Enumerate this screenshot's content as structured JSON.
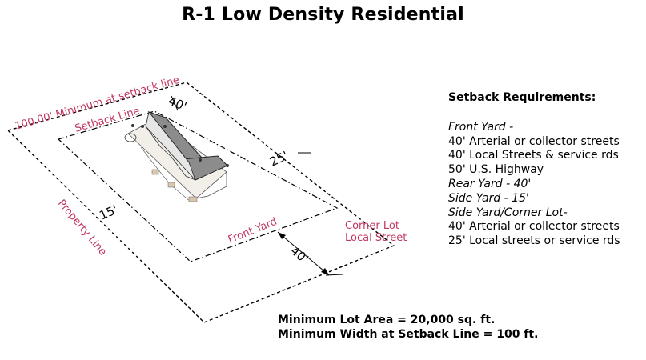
{
  "title": "R-1 Low Density Residential",
  "diagram": {
    "minimum_at_setback_label": "100.00' Minimum at setback line",
    "setback_line_label": "Setback Line",
    "property_line_label": "Property Line",
    "front_yard_label": "Front Yard",
    "corner_lot_line1": "Corner Lot",
    "corner_lot_line2": "Local Street",
    "dim_rear": "40'",
    "dim_side_right": "25'",
    "dim_side_left": "15'",
    "dim_front": "40'"
  },
  "setback_panel": {
    "heading": "Setback Requirements:",
    "lines": [
      {
        "text": "Front Yard -",
        "italic": true
      },
      {
        "text": "40' Arterial or collector streets",
        "italic": false
      },
      {
        "text": "40' Local Streets & service rds",
        "italic": false
      },
      {
        "text": "50' U.S. Highway",
        "italic": false
      },
      {
        "text": "Rear Yard -  40'",
        "italic": true
      },
      {
        "text": "Side Yard -   15'",
        "italic": true
      },
      {
        "text": "Side Yard/Corner Lot-",
        "italic": true
      },
      {
        "text": "40' Arterial or collector streets",
        "italic": false
      },
      {
        "text": "25' Local streets or service rds",
        "italic": false
      }
    ]
  },
  "footer": {
    "min_lot_area": "Minimum Lot Area =  20,000 sq. ft.",
    "min_width": "Minimum Width at Setback Line = 100 ft."
  },
  "colors": {
    "label_red": "#c2375f",
    "roof_gray": "#8c8c8c"
  }
}
